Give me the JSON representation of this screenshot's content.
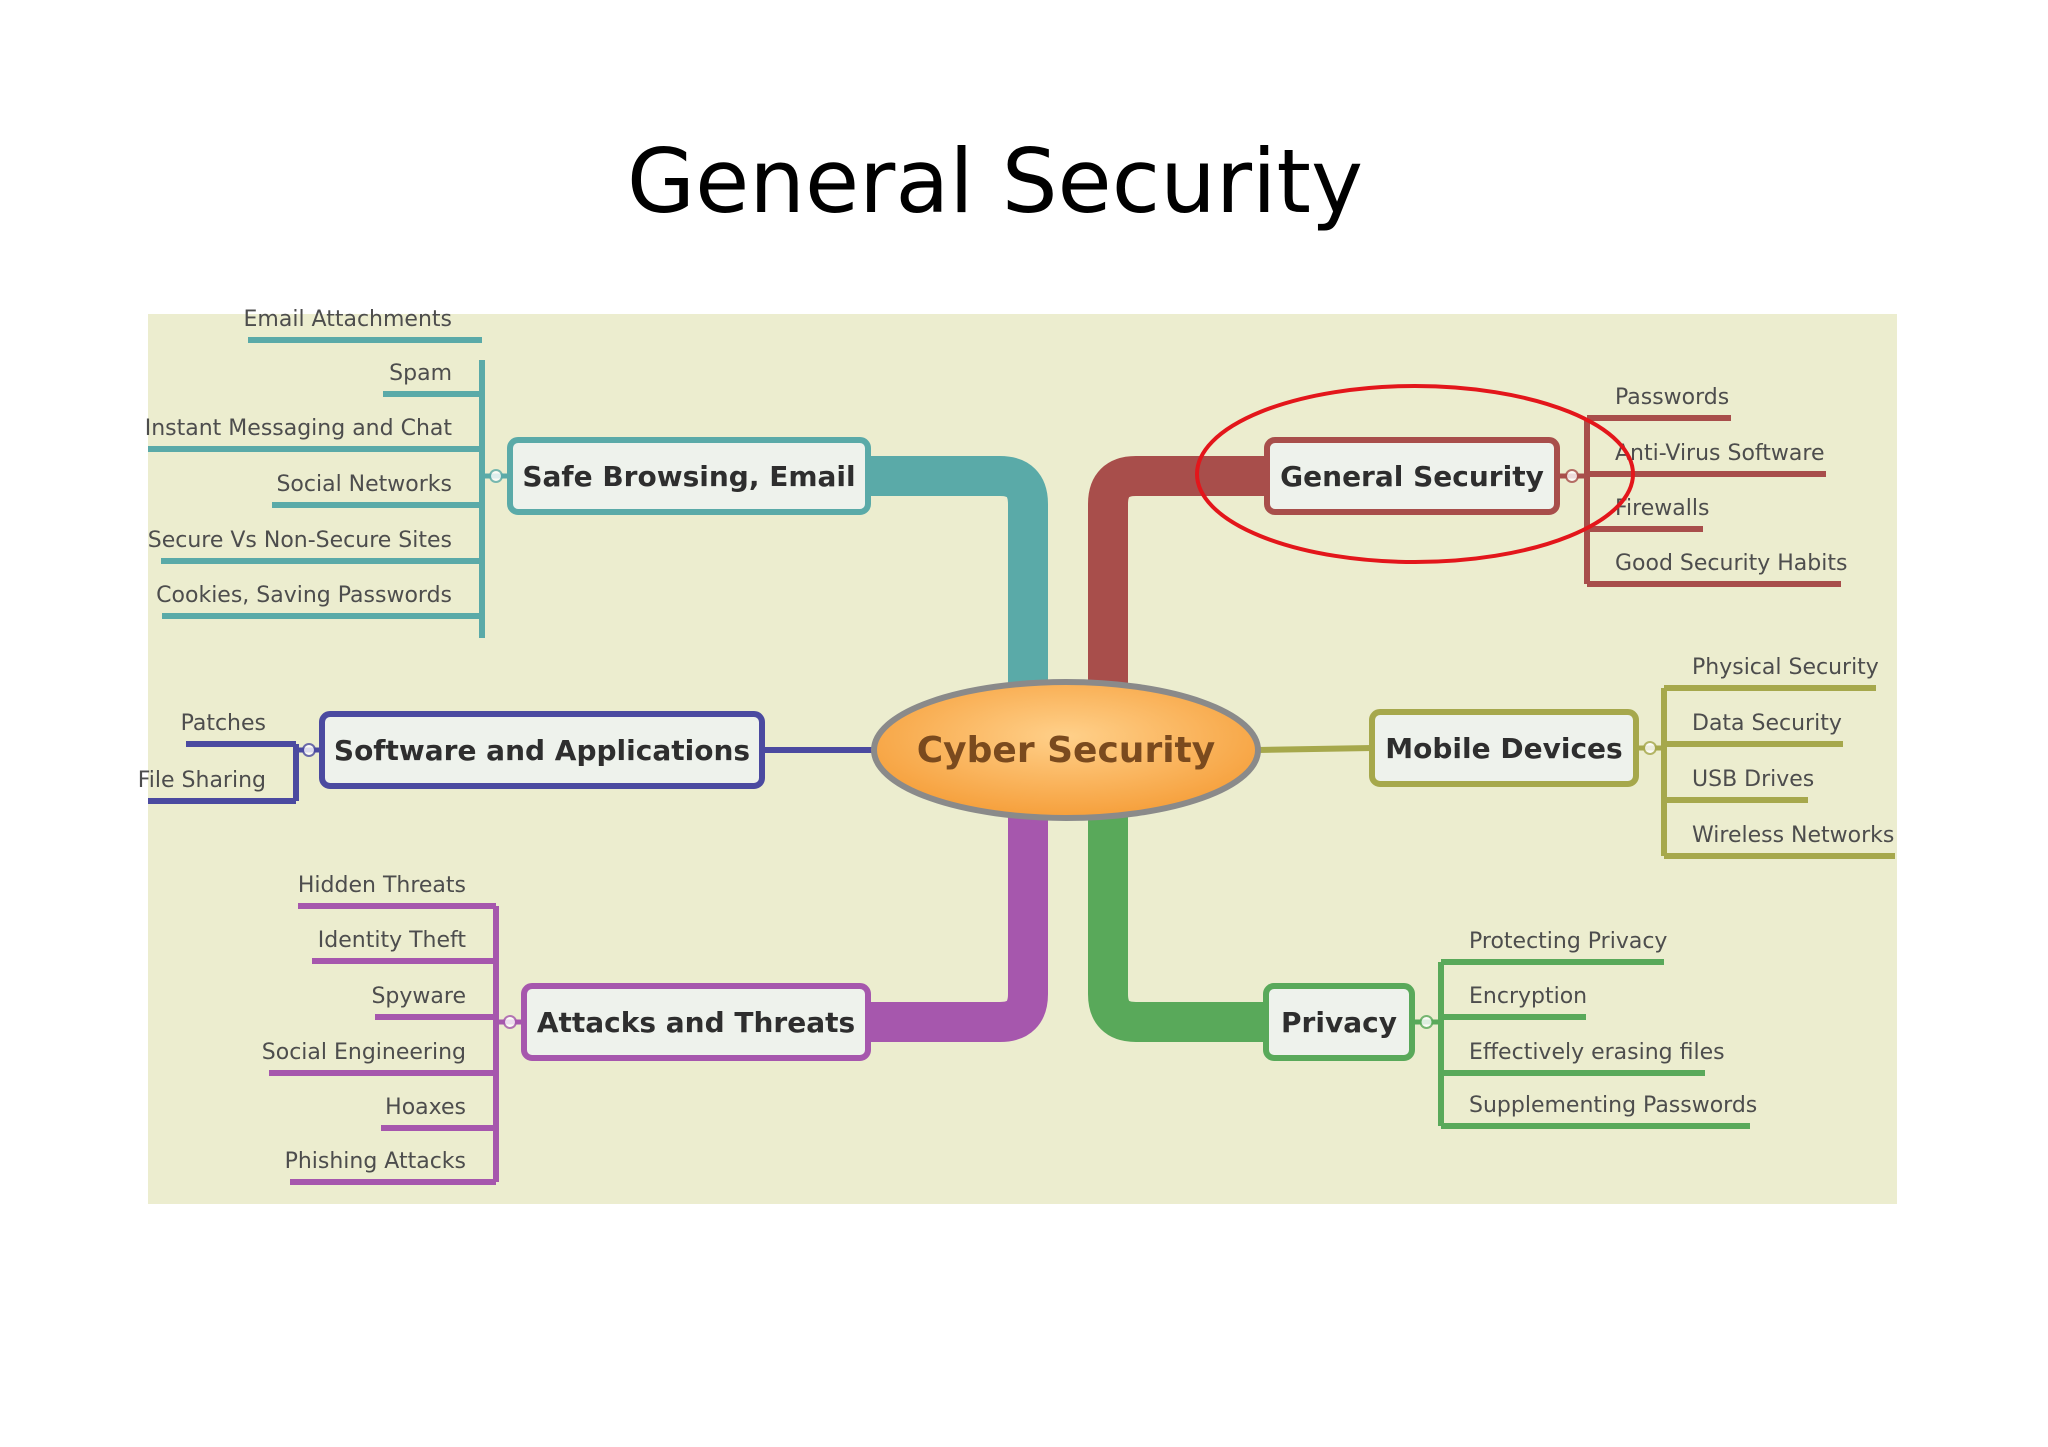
{
  "slide": {
    "title": "General Security"
  },
  "mindmap": {
    "background": "#ecedcf",
    "highlight_color": "#e3161b",
    "center": {
      "label": "Cyber Security",
      "color": "#f59b34"
    },
    "branches": [
      {
        "id": "safe",
        "label": "Safe Browsing, Email",
        "color": "#5aaaa8",
        "items": [
          "Email Attachments",
          "Spam",
          "Instant Messaging and Chat",
          "Social Networks",
          "Secure Vs Non-Secure Sites",
          "Cookies, Saving Passwords"
        ]
      },
      {
        "id": "software",
        "label": "Software and Applications",
        "color": "#4b4aa0",
        "items": [
          "Patches",
          "File Sharing"
        ]
      },
      {
        "id": "attacks",
        "label": "Attacks and Threats",
        "color": "#a657ad",
        "items": [
          "Hidden Threats",
          "Identity Theft",
          "Spyware",
          "Social Engineering",
          "Hoaxes",
          "Phishing Attacks"
        ]
      },
      {
        "id": "general",
        "label": "General Security",
        "color": "#a84e4b",
        "highlighted": true,
        "items": [
          "Passwords",
          "Anti-Virus Software",
          "Firewalls",
          "Good Security Habits"
        ]
      },
      {
        "id": "mobile",
        "label": "Mobile Devices",
        "color": "#a6a84c",
        "items": [
          "Physical Security",
          "Data Security",
          "USB Drives",
          "Wireless Networks"
        ]
      },
      {
        "id": "privacy",
        "label": "Privacy",
        "color": "#59a95a",
        "items": [
          "Protecting Privacy",
          "Encryption",
          "Effectively erasing files",
          "Supplementing Passwords"
        ]
      }
    ]
  }
}
